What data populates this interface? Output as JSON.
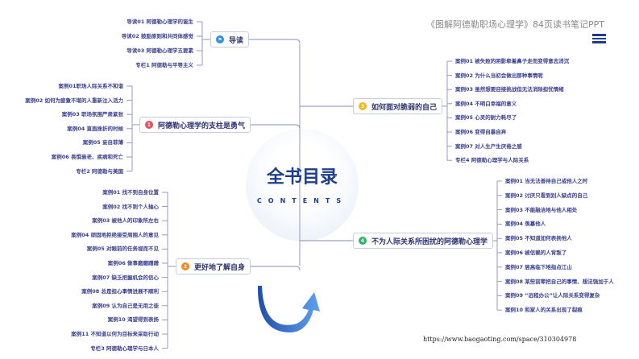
{
  "header": {
    "doc_title": "《图解阿德勒职场心理学》84页读书笔记PPT",
    "menu_icon": "hamburger-icon"
  },
  "center": {
    "title": "全书目录",
    "subtitle": "CONTENTS"
  },
  "footer": {
    "url": "https://www.baogaoting.com/space/310304978"
  },
  "branches": [
    {
      "badge": "⚑",
      "color": "#2f8fe0",
      "label": "导读",
      "leaves": [
        "导读01 阿德勒心理学的诞生",
        "导读02 鼓励原则和共同体感觉",
        "导读03 阿德勒心理学五要素",
        "专栏1 阿德勒与平等主义"
      ]
    },
    {
      "badge": "1",
      "color": "#e8505b",
      "label": "阿德勒心理学的支柱是勇气",
      "leaves": [
        "案例01职场人际关系不和谐",
        "案例02 如何为疲惫不堪的人重新注入活力",
        "案例03 职场氛围严肃紧张",
        "案例04 直面挫折的时候",
        "案例05 妄自菲薄",
        "案例06 畏惧衰老、疾病和死亡",
        "专栏2 阿德勒与美国"
      ]
    },
    {
      "badge": "2",
      "color": "#f08a24",
      "label": "更好地了解自身",
      "leaves": [
        "案例01 找不到自身位置",
        "案例02 找不到个人轴心",
        "案例03 被他人的印象所左右",
        "案例04 顽固地拒绝接受周围人的意见",
        "案例05 对眼前的任务视而不见",
        "案例06 做事磨磨蹭蹭",
        "案例07 缺乏把握机会的信心",
        "案例08 总是担心事情进展不顺利",
        "案例09 认为自己是无用之徒",
        "案例10 渴望得到表扬",
        "案例11 不知道以何为目标来采取行动",
        "专栏3 阿德勒心理学与日本人"
      ]
    },
    {
      "badge": "3",
      "color": "#f2b81c",
      "label": "如何面对脆弱的自己",
      "leaves": [
        "案例01 被失败的阴影牵着鼻子走而变得意志消沉",
        "案例02 为什么当初会做出那种事情呢",
        "案例03 虽然想要迎接挑战但无法消除担忧情绪",
        "案例04 不明白幸福的意义",
        "案例05 心灵的耐力耗尽了",
        "案例06 变得自暴自弃",
        "案例07 对人生产生厌倦之感",
        "专栏4 阿德勒心理学与人际关系"
      ]
    },
    {
      "badge": "4",
      "color": "#2cb56a",
      "label": "不为人际关系所困扰的阿德勒心理学",
      "leaves": [
        "案例01 当无法善待自己或他人之时",
        "案例02 讨厌只看到别人缺点的自己",
        "案例03 不能融洽地与他人相处",
        "案例04 羡慕他人",
        "案例05 不知道如何表扬他人",
        "案例06 被信赖的人背叛了",
        "案例07 居高临下地指点江山",
        "案例08 某些前辈把自己的事情、想法强加于人",
        "案例09 “远程办公”让人际关系变得复杂",
        "案例10 和家人的关系出现了裂痕"
      ]
    }
  ]
}
